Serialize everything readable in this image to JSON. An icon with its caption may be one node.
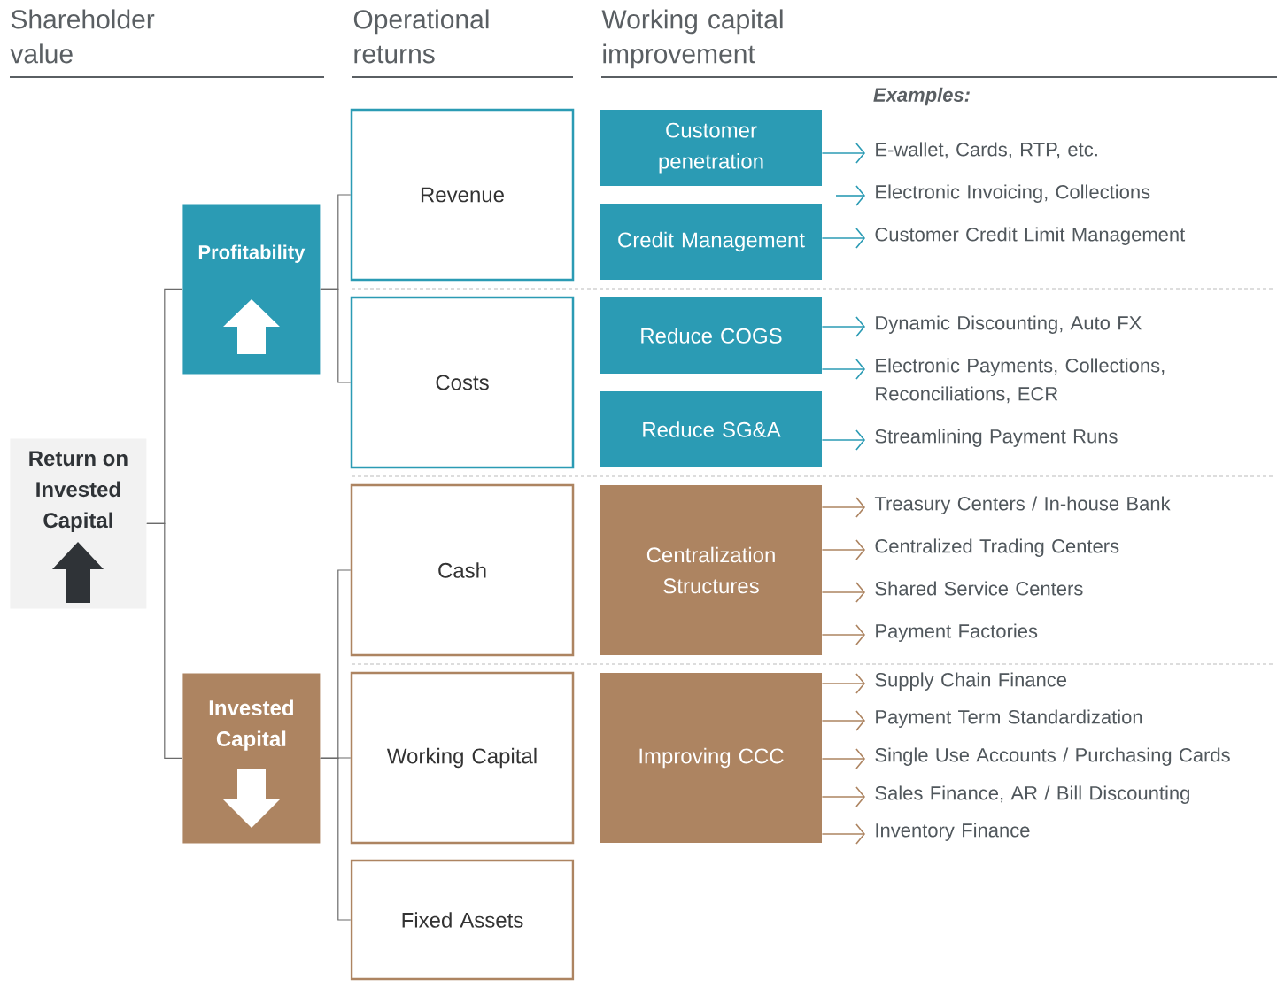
{
  "diagram": {
    "nodes": [
      {
        "text": [
          "Return on Invested Capital"
        ]
      },
      {
        "text": [
          "Profitability"
        ]
      },
      {
        "text": [
          "Invested Capital"
        ]
      },
      {
        "text": [
          "Revenue"
        ]
      },
      {
        "text": [
          "Costs"
        ]
      },
      {
        "text": [
          "Cash"
        ]
      },
      {
        "text": [
          "Working Capital"
        ]
      },
      {
        "text": [
          "Fixed Assets"
        ]
      },
      {
        "text": [
          "Customer penetration"
        ]
      },
      {
        "text": [
          "Credit Management"
        ]
      },
      {
        "text": [
          "Reduce COGS"
        ]
      },
      {
        "text": [
          "Reduce SG&A"
        ]
      },
      {
        "text": [
          "Centralization Structures"
        ]
      },
      {
        "text": [
          "Improving CCC"
        ]
      },
      {
        "text": [
          "E-wallet, Cards, RTP, etc."
        ]
      },
      {
        "text": [
          "Electronic Invoicing, Collections"
        ]
      },
      {
        "text": [
          "Customer Credit Limit Management"
        ]
      },
      {
        "text": [
          "Dynamic Discounting, Auto FX"
        ]
      },
      {
        "text": [
          "Electronic Payments, Collections, Reconciliations, ECR"
        ]
      },
      {
        "text": [
          "Streamlining Payment Runs"
        ]
      },
      {
        "text": [
          "Treasury Centers / In-house Bank"
        ]
      },
      {
        "text": [
          "Centralized Trading Centers"
        ]
      },
      {
        "text": [
          "Shared Service Centers"
        ]
      },
      {
        "text": [
          "Payment Factories"
        ]
      },
      {
        "text": [
          "Supply Chain Finance"
        ]
      },
      {
        "text": [
          "Payment Term Standardization"
        ]
      },
      {
        "text": [
          "Single Use Accounts / Purchasing Cards"
        ]
      },
      {
        "text": [
          "Sales Finance, AR / Bill Discounting"
        ]
      },
      {
        "text": [
          "Inventory Finance"
        ]
      }
    ],
    "edges": [
      {
        "from": 0,
        "to": 1,
        "arrow": "none"
      },
      {
        "from": 0,
        "to": 2,
        "arrow": "none"
      },
      {
        "from": 1,
        "to": 3,
        "arrow": "none"
      },
      {
        "from": 1,
        "to": 4,
        "arrow": "none"
      },
      {
        "from": 2,
        "to": 5,
        "arrow": "none"
      },
      {
        "from": 2,
        "to": 6,
        "arrow": "none"
      },
      {
        "from": 2,
        "to": 7,
        "arrow": "none"
      },
      {
        "from": 8,
        "to": 14,
        "arrow": "to",
        "color": "#2b9bb4"
      },
      {
        "from": null,
        "to": 15,
        "arrow": "to",
        "color": "#2b9bb4"
      },
      {
        "from": 9,
        "to": 16,
        "arrow": "to",
        "color": "#2b9bb4"
      },
      {
        "from": 10,
        "to": 17,
        "arrow": "to",
        "color": "#2b9bb4"
      },
      {
        "from": 10,
        "to": 18,
        "arrow": "to",
        "color": "#2b9bb4"
      },
      {
        "from": 11,
        "to": 19,
        "arrow": "to",
        "color": "#2b9bb4"
      },
      {
        "from": 12,
        "to": 20,
        "arrow": "to",
        "color": "#ad8461"
      },
      {
        "from": 12,
        "to": 21,
        "arrow": "to",
        "color": "#ad8461"
      },
      {
        "from": 12,
        "to": 22,
        "arrow": "to",
        "color": "#ad8461"
      },
      {
        "from": 12,
        "to": 23,
        "arrow": "to",
        "color": "#ad8461"
      },
      {
        "from": 13,
        "to": 24,
        "arrow": "to",
        "color": "#ad8461"
      },
      {
        "from": 13,
        "to": 25,
        "arrow": "to",
        "color": "#ad8461"
      },
      {
        "from": 13,
        "to": 26,
        "arrow": "to",
        "color": "#ad8461"
      },
      {
        "from": 13,
        "to": 27,
        "arrow": "to",
        "color": "#ad8461"
      },
      {
        "from": 13,
        "to": 28,
        "arrow": "to",
        "color": "#ad8461"
      }
    ],
    "labels": [
      "Shareholder value",
      "Operational returns",
      "Working capital improvement",
      "Examples:"
    ]
  }
}
